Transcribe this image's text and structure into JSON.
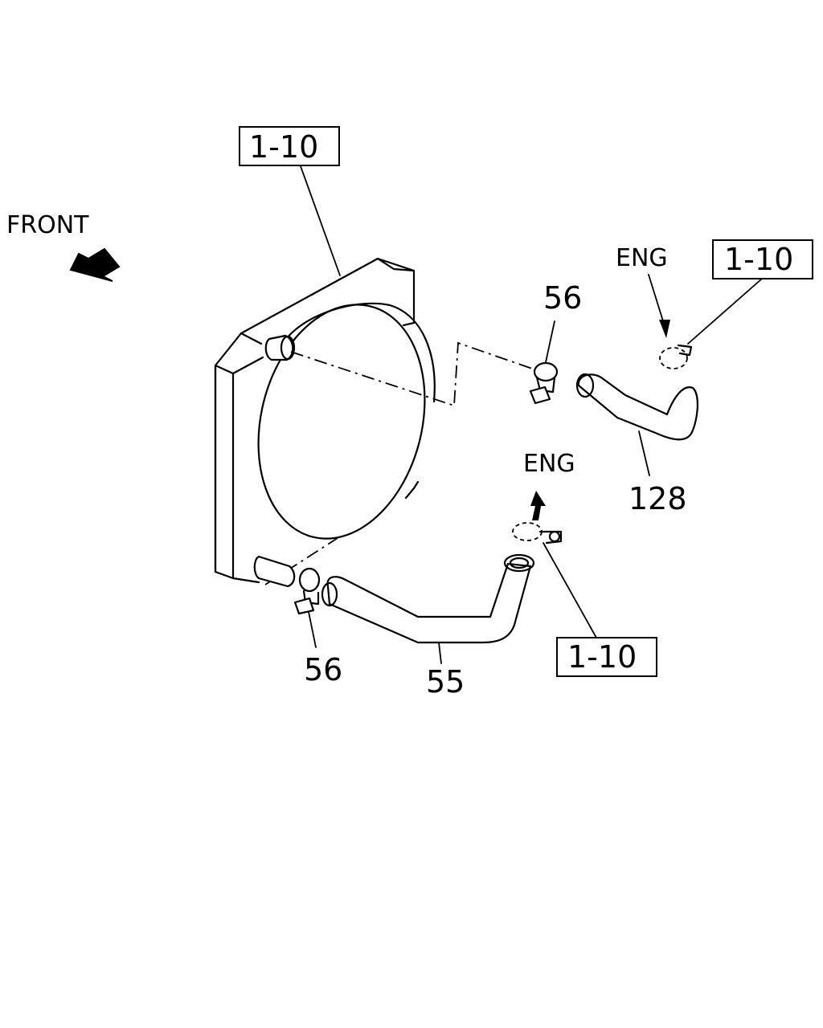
{
  "labels": {
    "front": "FRONT",
    "eng_top": "ENG",
    "eng_bottom": "ENG",
    "ref_top_left": "1-10",
    "ref_top_right": "1-10",
    "ref_bottom_right": "1-10",
    "part_56_top": "56",
    "part_56_bottom": "56",
    "part_128": "128",
    "part_55": "55"
  }
}
